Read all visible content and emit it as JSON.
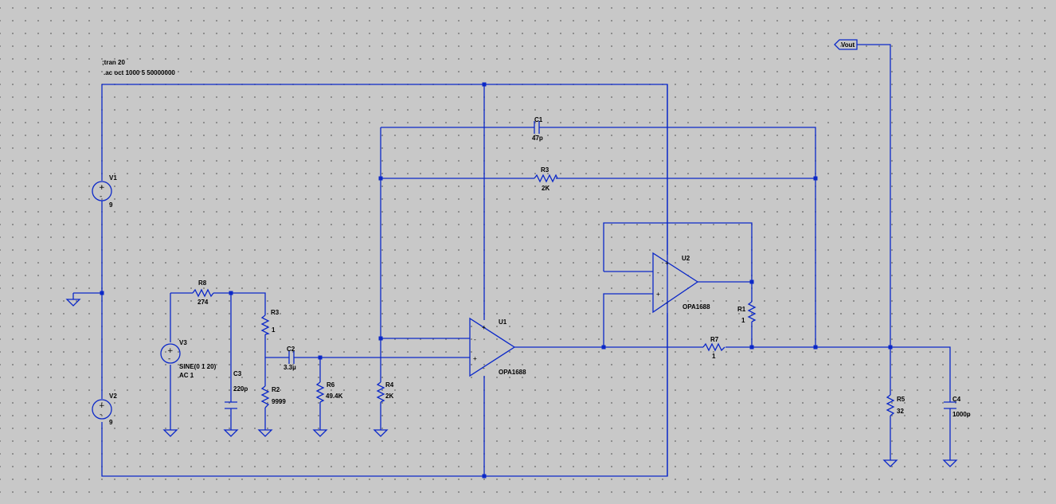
{
  "directives": [
    ";tran 20",
    ".ac oct 1000 5 50000000"
  ],
  "net_label": "Vout",
  "components": {
    "V1": {
      "name": "V1",
      "value": "9"
    },
    "V2": {
      "name": "V2",
      "value": "9"
    },
    "V3": {
      "name": "V3",
      "value": "SINE(0 1 20)",
      "value2": "AC 1"
    },
    "R8": {
      "name": "R8",
      "value": "274"
    },
    "R3a": {
      "name": "R3",
      "value": "1"
    },
    "R2": {
      "name": "R2",
      "value": "9999"
    },
    "C3": {
      "name": "C3",
      "value": "220p"
    },
    "C2": {
      "name": "C2",
      "value": "3.3µ"
    },
    "R6": {
      "name": "R6",
      "value": "49.4K"
    },
    "R4": {
      "name": "R4",
      "value": "2K"
    },
    "U1": {
      "name": "U1",
      "value": "OPA1688"
    },
    "U2": {
      "name": "U2",
      "value": "OPA1688"
    },
    "C1": {
      "name": "C1",
      "value": "47p"
    },
    "R3b": {
      "name": "R3",
      "value": "2K"
    },
    "R1": {
      "name": "R1",
      "value": "1"
    },
    "R7": {
      "name": "R7",
      "value": "1"
    },
    "R5": {
      "name": "R5",
      "value": "32"
    },
    "C4": {
      "name": "C4",
      "value": "1000p"
    }
  },
  "pins": {
    "plus": "+",
    "minus": "-",
    "sign": "±"
  },
  "wire_color": "#0b28c8"
}
